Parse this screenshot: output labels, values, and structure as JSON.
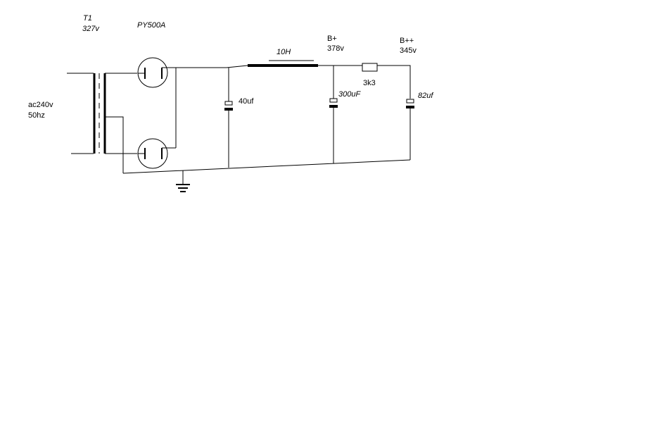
{
  "labels": {
    "t1": "T1",
    "t1_volt": "327v",
    "tube": "PY500A",
    "ac": "ac240v",
    "hz": "50hz",
    "cap1": "40uf",
    "choke": "10H",
    "bplus": "B+",
    "bplus_volt": "378v",
    "cap2": "300uF",
    "resistor": "3k3",
    "bpp": "B++",
    "bpp_volt": "345v",
    "cap3": "82uf"
  },
  "colors": {
    "ink": "#000000",
    "background": "#ffffff"
  }
}
